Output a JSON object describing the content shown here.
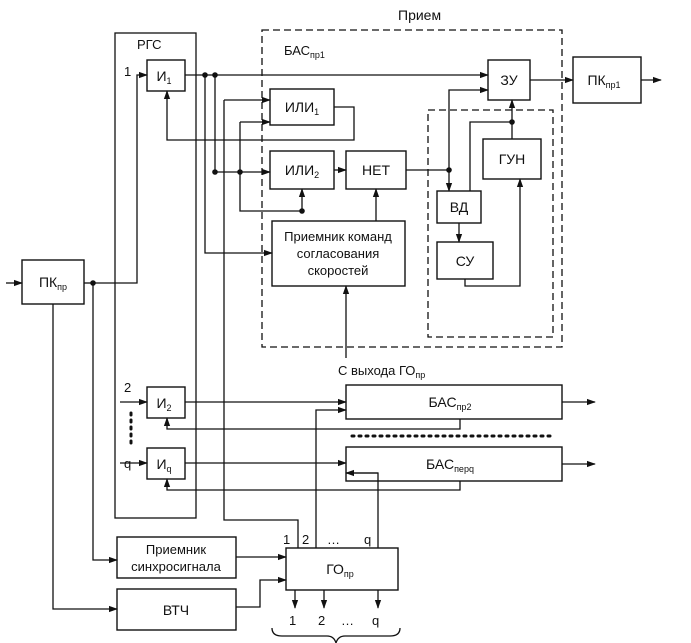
{
  "diagram": {
    "title": "Прием",
    "frame_label": "РГС",
    "bas1_label": {
      "main": "БАС",
      "sub": "пр1"
    },
    "input_label": {
      "main": "С выхода ГО",
      "sub": "пр"
    },
    "nodes": {
      "pkpr": {
        "main": "ПК",
        "sub": "пр"
      },
      "i1": {
        "main": "И",
        "sub": "1"
      },
      "i2": {
        "main": "И",
        "sub": "2"
      },
      "iq": {
        "main": "И",
        "sub": "q"
      },
      "ili1": {
        "main": "ИЛИ",
        "sub": "1"
      },
      "ili2": {
        "main": "ИЛИ",
        "sub": "2"
      },
      "net": {
        "main": "НЕТ"
      },
      "zu": {
        "main": "ЗУ"
      },
      "pkpr1": {
        "main": "ПК",
        "sub": "пр1"
      },
      "gun": {
        "main": "ГУН"
      },
      "vd": {
        "main": "ВД"
      },
      "su": {
        "main": "СУ"
      },
      "pks": {
        "lines": [
          "Приемник команд",
          "согласования",
          "скоростей"
        ]
      },
      "bas2": {
        "main": "БАС",
        "sub": "пр2"
      },
      "basq": {
        "main": "БАС",
        "sub": "перq"
      },
      "psync": {
        "lines": [
          "Приемник",
          "синхросигнала"
        ]
      },
      "vtch": {
        "main": "ВТЧ"
      },
      "gopr": {
        "main": "ГО",
        "sub": "пр"
      }
    },
    "labels": {
      "rgs_in1": "1",
      "rgs_in2": "2",
      "rgs_inq": "q",
      "go_top1": "1",
      "go_top2": "2",
      "go_topdots": "…",
      "go_topq": "q",
      "out1": "1",
      "out2": "2",
      "outdots": "…",
      "outq": "q"
    }
  }
}
